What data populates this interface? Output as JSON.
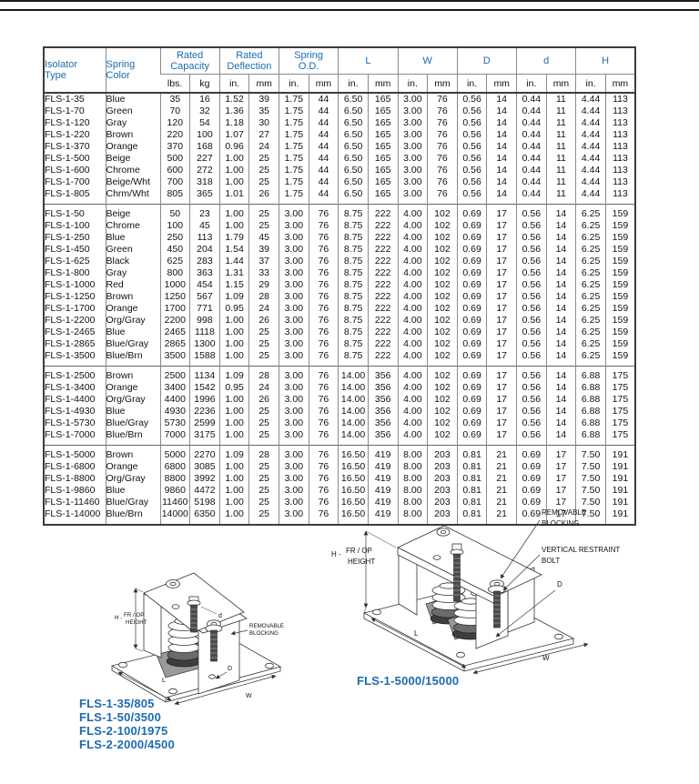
{
  "colors": {
    "accent_blue": "#1c6bb0",
    "line_dark": "#333333"
  },
  "table": {
    "header": {
      "isolator_type": [
        "Isolator",
        "Type"
      ],
      "spring_color": [
        "Spring",
        "Color"
      ],
      "groups": [
        {
          "label": [
            "Rated",
            "Capacity"
          ],
          "subs": [
            "lbs.",
            "kg"
          ]
        },
        {
          "label": [
            "Rated",
            "Deflection"
          ],
          "subs": [
            "in.",
            "mm"
          ]
        },
        {
          "label": [
            "Spring",
            "O.D."
          ],
          "subs": [
            "in.",
            "mm"
          ]
        },
        {
          "label": [
            "L"
          ],
          "subs": [
            "in.",
            "mm"
          ]
        },
        {
          "label": [
            "W"
          ],
          "subs": [
            "in.",
            "mm"
          ]
        },
        {
          "label": [
            "D"
          ],
          "subs": [
            "in.",
            "mm"
          ]
        },
        {
          "label": [
            "d"
          ],
          "subs": [
            "in.",
            "mm"
          ]
        },
        {
          "label": [
            "H"
          ],
          "subs": [
            "in.",
            "mm"
          ]
        }
      ]
    },
    "groups": [
      {
        "rows": [
          [
            "FLS-1-35",
            "Blue",
            "35",
            "16",
            "1.52",
            "39",
            "1.75",
            "44",
            "6.50",
            "165",
            "3.00",
            "76",
            "0.56",
            "14",
            "0.44",
            "11",
            "4.44",
            "113"
          ],
          [
            "FLS-1-70",
            "Green",
            "70",
            "32",
            "1.36",
            "35",
            "1.75",
            "44",
            "6.50",
            "165",
            "3.00",
            "76",
            "0.56",
            "14",
            "0.44",
            "11",
            "4.44",
            "113"
          ],
          [
            "FLS-1-120",
            "Gray",
            "120",
            "54",
            "1.18",
            "30",
            "1.75",
            "44",
            "6.50",
            "165",
            "3.00",
            "76",
            "0.56",
            "14",
            "0.44",
            "11",
            "4.44",
            "113"
          ],
          [
            "FLS-1-220",
            "Brown",
            "220",
            "100",
            "1.07",
            "27",
            "1.75",
            "44",
            "6.50",
            "165",
            "3.00",
            "76",
            "0.56",
            "14",
            "0.44",
            "11",
            "4.44",
            "113"
          ],
          [
            "FLS-1-370",
            "Orange",
            "370",
            "168",
            "0.96",
            "24",
            "1.75",
            "44",
            "6.50",
            "165",
            "3.00",
            "76",
            "0.56",
            "14",
            "0.44",
            "11",
            "4.44",
            "113"
          ],
          [
            "FLS-1-500",
            "Beige",
            "500",
            "227",
            "1.00",
            "25",
            "1.75",
            "44",
            "6.50",
            "165",
            "3.00",
            "76",
            "0.56",
            "14",
            "0.44",
            "11",
            "4.44",
            "113"
          ],
          [
            "FLS-1-600",
            "Chrome",
            "600",
            "272",
            "1.00",
            "25",
            "1.75",
            "44",
            "6.50",
            "165",
            "3.00",
            "76",
            "0.56",
            "14",
            "0.44",
            "11",
            "4.44",
            "113"
          ],
          [
            "FLS-1-700",
            "Beige/Wht",
            "700",
            "318",
            "1.00",
            "25",
            "1.75",
            "44",
            "6.50",
            "165",
            "3.00",
            "76",
            "0.56",
            "14",
            "0.44",
            "11",
            "4.44",
            "113"
          ],
          [
            "FLS-1-805",
            "Chrm/Wht",
            "805",
            "365",
            "1.01",
            "26",
            "1.75",
            "44",
            "6.50",
            "165",
            "3.00",
            "76",
            "0.56",
            "14",
            "0.44",
            "11",
            "4.44",
            "113"
          ]
        ]
      },
      {
        "rows": [
          [
            "FLS-1-50",
            "Beige",
            "50",
            "23",
            "1.00",
            "25",
            "3.00",
            "76",
            "8.75",
            "222",
            "4.00",
            "102",
            "0.69",
            "17",
            "0.56",
            "14",
            "6.25",
            "159"
          ],
          [
            "FLS-1-100",
            "Chrome",
            "100",
            "45",
            "1.00",
            "25",
            "3.00",
            "76",
            "8.75",
            "222",
            "4.00",
            "102",
            "0.69",
            "17",
            "0.56",
            "14",
            "6.25",
            "159"
          ],
          [
            "FLS-1-250",
            "Blue",
            "250",
            "113",
            "1.79",
            "45",
            "3.00",
            "76",
            "8.75",
            "222",
            "4.00",
            "102",
            "0.69",
            "17",
            "0.56",
            "14",
            "6.25",
            "159"
          ],
          [
            "FLS-1-450",
            "Green",
            "450",
            "204",
            "1.54",
            "39",
            "3.00",
            "76",
            "8.75",
            "222",
            "4.00",
            "102",
            "0.69",
            "17",
            "0.56",
            "14",
            "6.25",
            "159"
          ],
          [
            "FLS-1-625",
            "Black",
            "625",
            "283",
            "1.44",
            "37",
            "3.00",
            "76",
            "8.75",
            "222",
            "4.00",
            "102",
            "0.69",
            "17",
            "0.56",
            "14",
            "6.25",
            "159"
          ],
          [
            "FLS-1-800",
            "Gray",
            "800",
            "363",
            "1.31",
            "33",
            "3.00",
            "76",
            "8.75",
            "222",
            "4.00",
            "102",
            "0.69",
            "17",
            "0.56",
            "14",
            "6.25",
            "159"
          ],
          [
            "FLS-1-1000",
            "Red",
            "1000",
            "454",
            "1.15",
            "29",
            "3.00",
            "76",
            "8.75",
            "222",
            "4.00",
            "102",
            "0.69",
            "17",
            "0.56",
            "14",
            "6.25",
            "159"
          ],
          [
            "FLS-1-1250",
            "Brown",
            "1250",
            "567",
            "1.09",
            "28",
            "3.00",
            "76",
            "8.75",
            "222",
            "4.00",
            "102",
            "0.69",
            "17",
            "0.56",
            "14",
            "6.25",
            "159"
          ],
          [
            "FLS-1-1700",
            "Orange",
            "1700",
            "771",
            "0.95",
            "24",
            "3.00",
            "76",
            "8.75",
            "222",
            "4.00",
            "102",
            "0.69",
            "17",
            "0.56",
            "14",
            "6.25",
            "159"
          ],
          [
            "FLS-1-2200",
            "Org/Gray",
            "2200",
            "998",
            "1.00",
            "26",
            "3.00",
            "76",
            "8.75",
            "222",
            "4.00",
            "102",
            "0.69",
            "17",
            "0.56",
            "14",
            "6.25",
            "159"
          ],
          [
            "FLS-1-2465",
            "Blue",
            "2465",
            "1118",
            "1.00",
            "25",
            "3.00",
            "76",
            "8.75",
            "222",
            "4.00",
            "102",
            "0.69",
            "17",
            "0.56",
            "14",
            "6.25",
            "159"
          ],
          [
            "FLS-1-2865",
            "Blue/Gray",
            "2865",
            "1300",
            "1.00",
            "25",
            "3.00",
            "76",
            "8.75",
            "222",
            "4.00",
            "102",
            "0.69",
            "17",
            "0.56",
            "14",
            "6.25",
            "159"
          ],
          [
            "FLS-1-3500",
            "Blue/Brn",
            "3500",
            "1588",
            "1.00",
            "25",
            "3.00",
            "76",
            "8.75",
            "222",
            "4.00",
            "102",
            "0.69",
            "17",
            "0.56",
            "14",
            "6.25",
            "159"
          ]
        ]
      },
      {
        "rows": [
          [
            "FLS-1-2500",
            "Brown",
            "2500",
            "1134",
            "1.09",
            "28",
            "3.00",
            "76",
            "14.00",
            "356",
            "4.00",
            "102",
            "0.69",
            "17",
            "0.56",
            "14",
            "6.88",
            "175"
          ],
          [
            "FLS-1-3400",
            "Orange",
            "3400",
            "1542",
            "0.95",
            "24",
            "3.00",
            "76",
            "14.00",
            "356",
            "4.00",
            "102",
            "0.69",
            "17",
            "0.56",
            "14",
            "6.88",
            "175"
          ],
          [
            "FLS-1-4400",
            "Org/Gray",
            "4400",
            "1996",
            "1.00",
            "26",
            "3.00",
            "76",
            "14.00",
            "356",
            "4.00",
            "102",
            "0.69",
            "17",
            "0.56",
            "14",
            "6.88",
            "175"
          ],
          [
            "FLS-1-4930",
            "Blue",
            "4930",
            "2236",
            "1.00",
            "25",
            "3.00",
            "76",
            "14.00",
            "356",
            "4.00",
            "102",
            "0.69",
            "17",
            "0.56",
            "14",
            "6.88",
            "175"
          ],
          [
            "FLS-1-5730",
            "Blue/Gray",
            "5730",
            "2599",
            "1.00",
            "25",
            "3.00",
            "76",
            "14.00",
            "356",
            "4.00",
            "102",
            "0.69",
            "17",
            "0.56",
            "14",
            "6.88",
            "175"
          ],
          [
            "FLS-1-7000",
            "Blue/Brn",
            "7000",
            "3175",
            "1.00",
            "25",
            "3.00",
            "76",
            "14.00",
            "356",
            "4.00",
            "102",
            "0.69",
            "17",
            "0.56",
            "14",
            "6.88",
            "175"
          ]
        ]
      },
      {
        "rows": [
          [
            "FLS-1-5000",
            "Brown",
            "5000",
            "2270",
            "1.09",
            "28",
            "3.00",
            "76",
            "16.50",
            "419",
            "8.00",
            "203",
            "0.81",
            "21",
            "0.69",
            "17",
            "7.50",
            "191"
          ],
          [
            "FLS-1-6800",
            "Orange",
            "6800",
            "3085",
            "1.00",
            "25",
            "3.00",
            "76",
            "16.50",
            "419",
            "8.00",
            "203",
            "0.81",
            "21",
            "0.69",
            "17",
            "7.50",
            "191"
          ],
          [
            "FLS-1-8800",
            "Org/Gray",
            "8800",
            "3992",
            "1.00",
            "25",
            "3.00",
            "76",
            "16.50",
            "419",
            "8.00",
            "203",
            "0.81",
            "21",
            "0.69",
            "17",
            "7.50",
            "191"
          ],
          [
            "FLS-1-9860",
            "Blue",
            "9860",
            "4472",
            "1.00",
            "25",
            "3.00",
            "76",
            "16.50",
            "419",
            "8.00",
            "203",
            "0.81",
            "21",
            "0.69",
            "17",
            "7.50",
            "191"
          ],
          [
            "FLS-1-11460",
            "Blue/Gray",
            "11460",
            "5198",
            "1.00",
            "25",
            "3.00",
            "76",
            "16.50",
            "419",
            "8.00",
            "203",
            "0.81",
            "21",
            "0.69",
            "17",
            "7.50",
            "191"
          ],
          [
            "FLS-1-14000",
            "Blue/Brn",
            "14000",
            "6350",
            "1.00",
            "25",
            "3.00",
            "76",
            "16.50",
            "419",
            "8.00",
            "203",
            "0.81",
            "21",
            "0.69",
            "17",
            "7.50",
            "191"
          ]
        ]
      }
    ]
  },
  "diagram_left": {
    "h_prefix": "H -",
    "h_line1": "FR / OP",
    "h_line2": "HEIGHT",
    "removable": [
      "REMOVABLE",
      "BLOCKING"
    ],
    "dim_d": "d",
    "dim_D": "D",
    "dim_L": "L",
    "dim_W": "W",
    "captions": [
      "FLS-1-35/805",
      "FLS-1-50/3500",
      "FLS-2-100/1975",
      "FLS-2-2000/4500"
    ]
  },
  "diagram_right": {
    "h_prefix": "H -",
    "h_line1": "FR / OP",
    "h_line2": "HEIGHT",
    "removable": [
      "REMOVABLE",
      "BLOCKING"
    ],
    "restraint": [
      "VERTICAL RESTRAINT",
      "BOLT"
    ],
    "dim_D": "D",
    "dim_L": "L",
    "dim_W": "W",
    "caption": "FLS-1-5000/15000"
  }
}
